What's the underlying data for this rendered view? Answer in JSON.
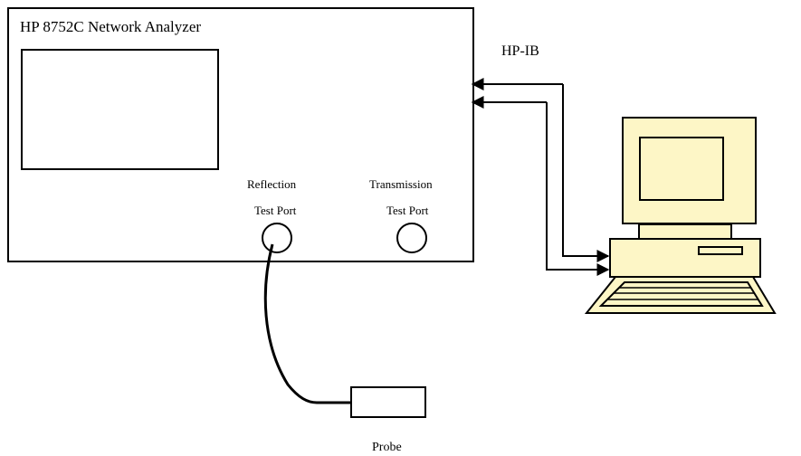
{
  "analyzer": {
    "title": "HP 8752C Network Analyzer",
    "reflection_label": "Reflection",
    "reflection_port_label": "Test Port",
    "transmission_label": "Transmission",
    "transmission_port_label": "Test Port"
  },
  "bus": {
    "label": "HP-IB"
  },
  "probe": {
    "label": "Probe"
  },
  "colors": {
    "computer_fill": "#fdf6c6",
    "outline": "#000000"
  }
}
